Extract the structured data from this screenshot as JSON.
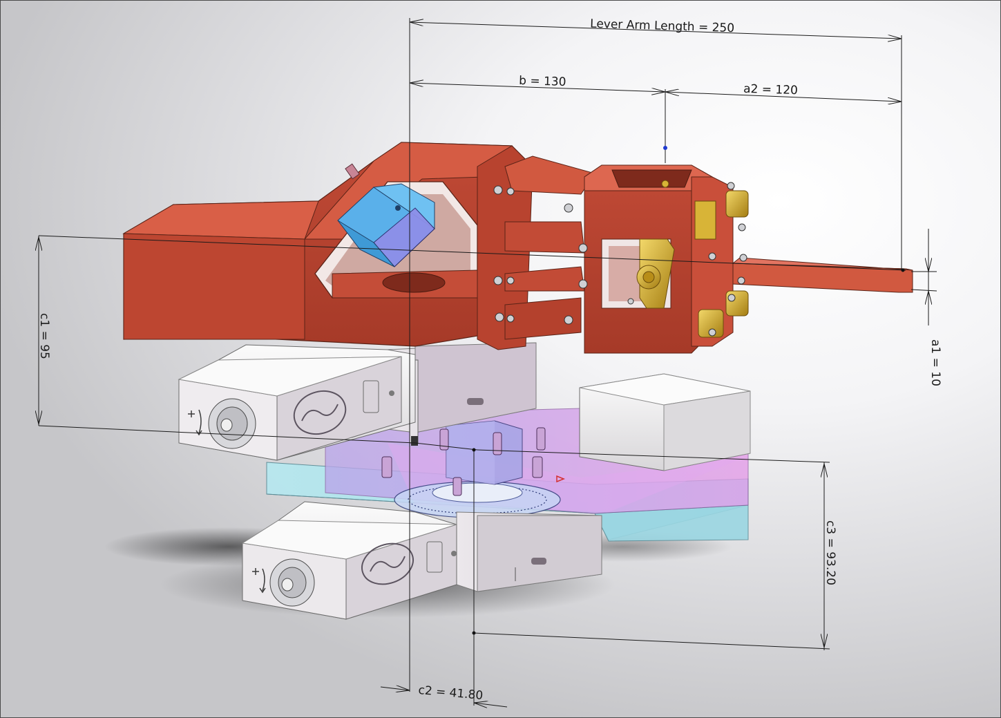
{
  "dimensions": {
    "lever_arm_length": "Lever Arm Length = 250",
    "b": "b = 130",
    "a2": "a2 = 120",
    "a1": "a1 = 10",
    "c1": "c1 = 95",
    "c2": "c2 = 41.80",
    "c3": "c3 = 93.20"
  },
  "colors": {
    "lever_body": "#c9503c",
    "lever_dark": "#8e2f20",
    "motor_housing": "#e8e5e8",
    "stage_magenta": "#d98ee6",
    "stage_cyan": "#a6e2ec",
    "sensor_blue": "#4aa6e6",
    "knob_gold": "#d9b233"
  },
  "icons": [
    "plus-rotation-icon",
    "company-logo-icon"
  ]
}
